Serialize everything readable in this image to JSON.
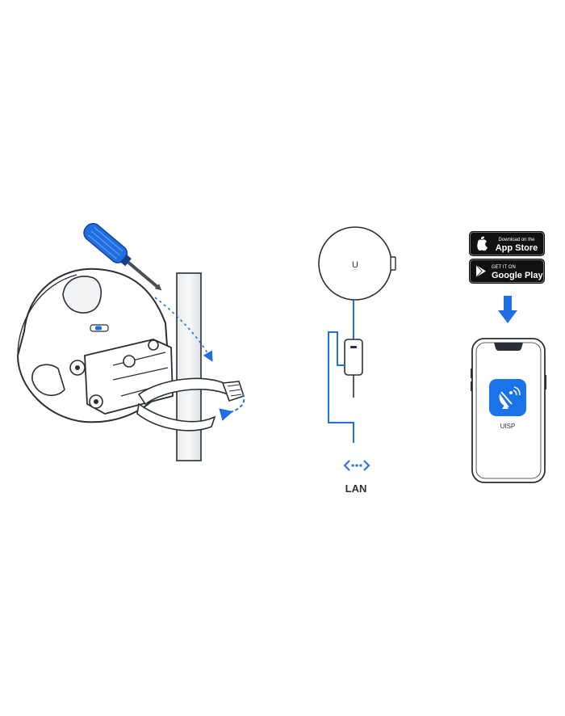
{
  "colors": {
    "accent_blue": "#1f6fe0",
    "line_dark": "#2a2f36",
    "device_white": "#ffffff",
    "badge_black": "#111111",
    "app_icon_bg": "#1a73e8"
  },
  "lan": {
    "label": "LAN",
    "icon": "ethernet-arrows-icon"
  },
  "store_badges": {
    "app_store": {
      "small": "Download on the",
      "large": "App Store",
      "icon": "apple-icon"
    },
    "google_play": {
      "small": "GET IT ON",
      "large": "Google Play",
      "icon": "play-triangle-icon"
    }
  },
  "phone": {
    "app_label": "UISP",
    "app_icon": "satellite-dish-icon"
  },
  "device": {
    "logo": "U"
  }
}
